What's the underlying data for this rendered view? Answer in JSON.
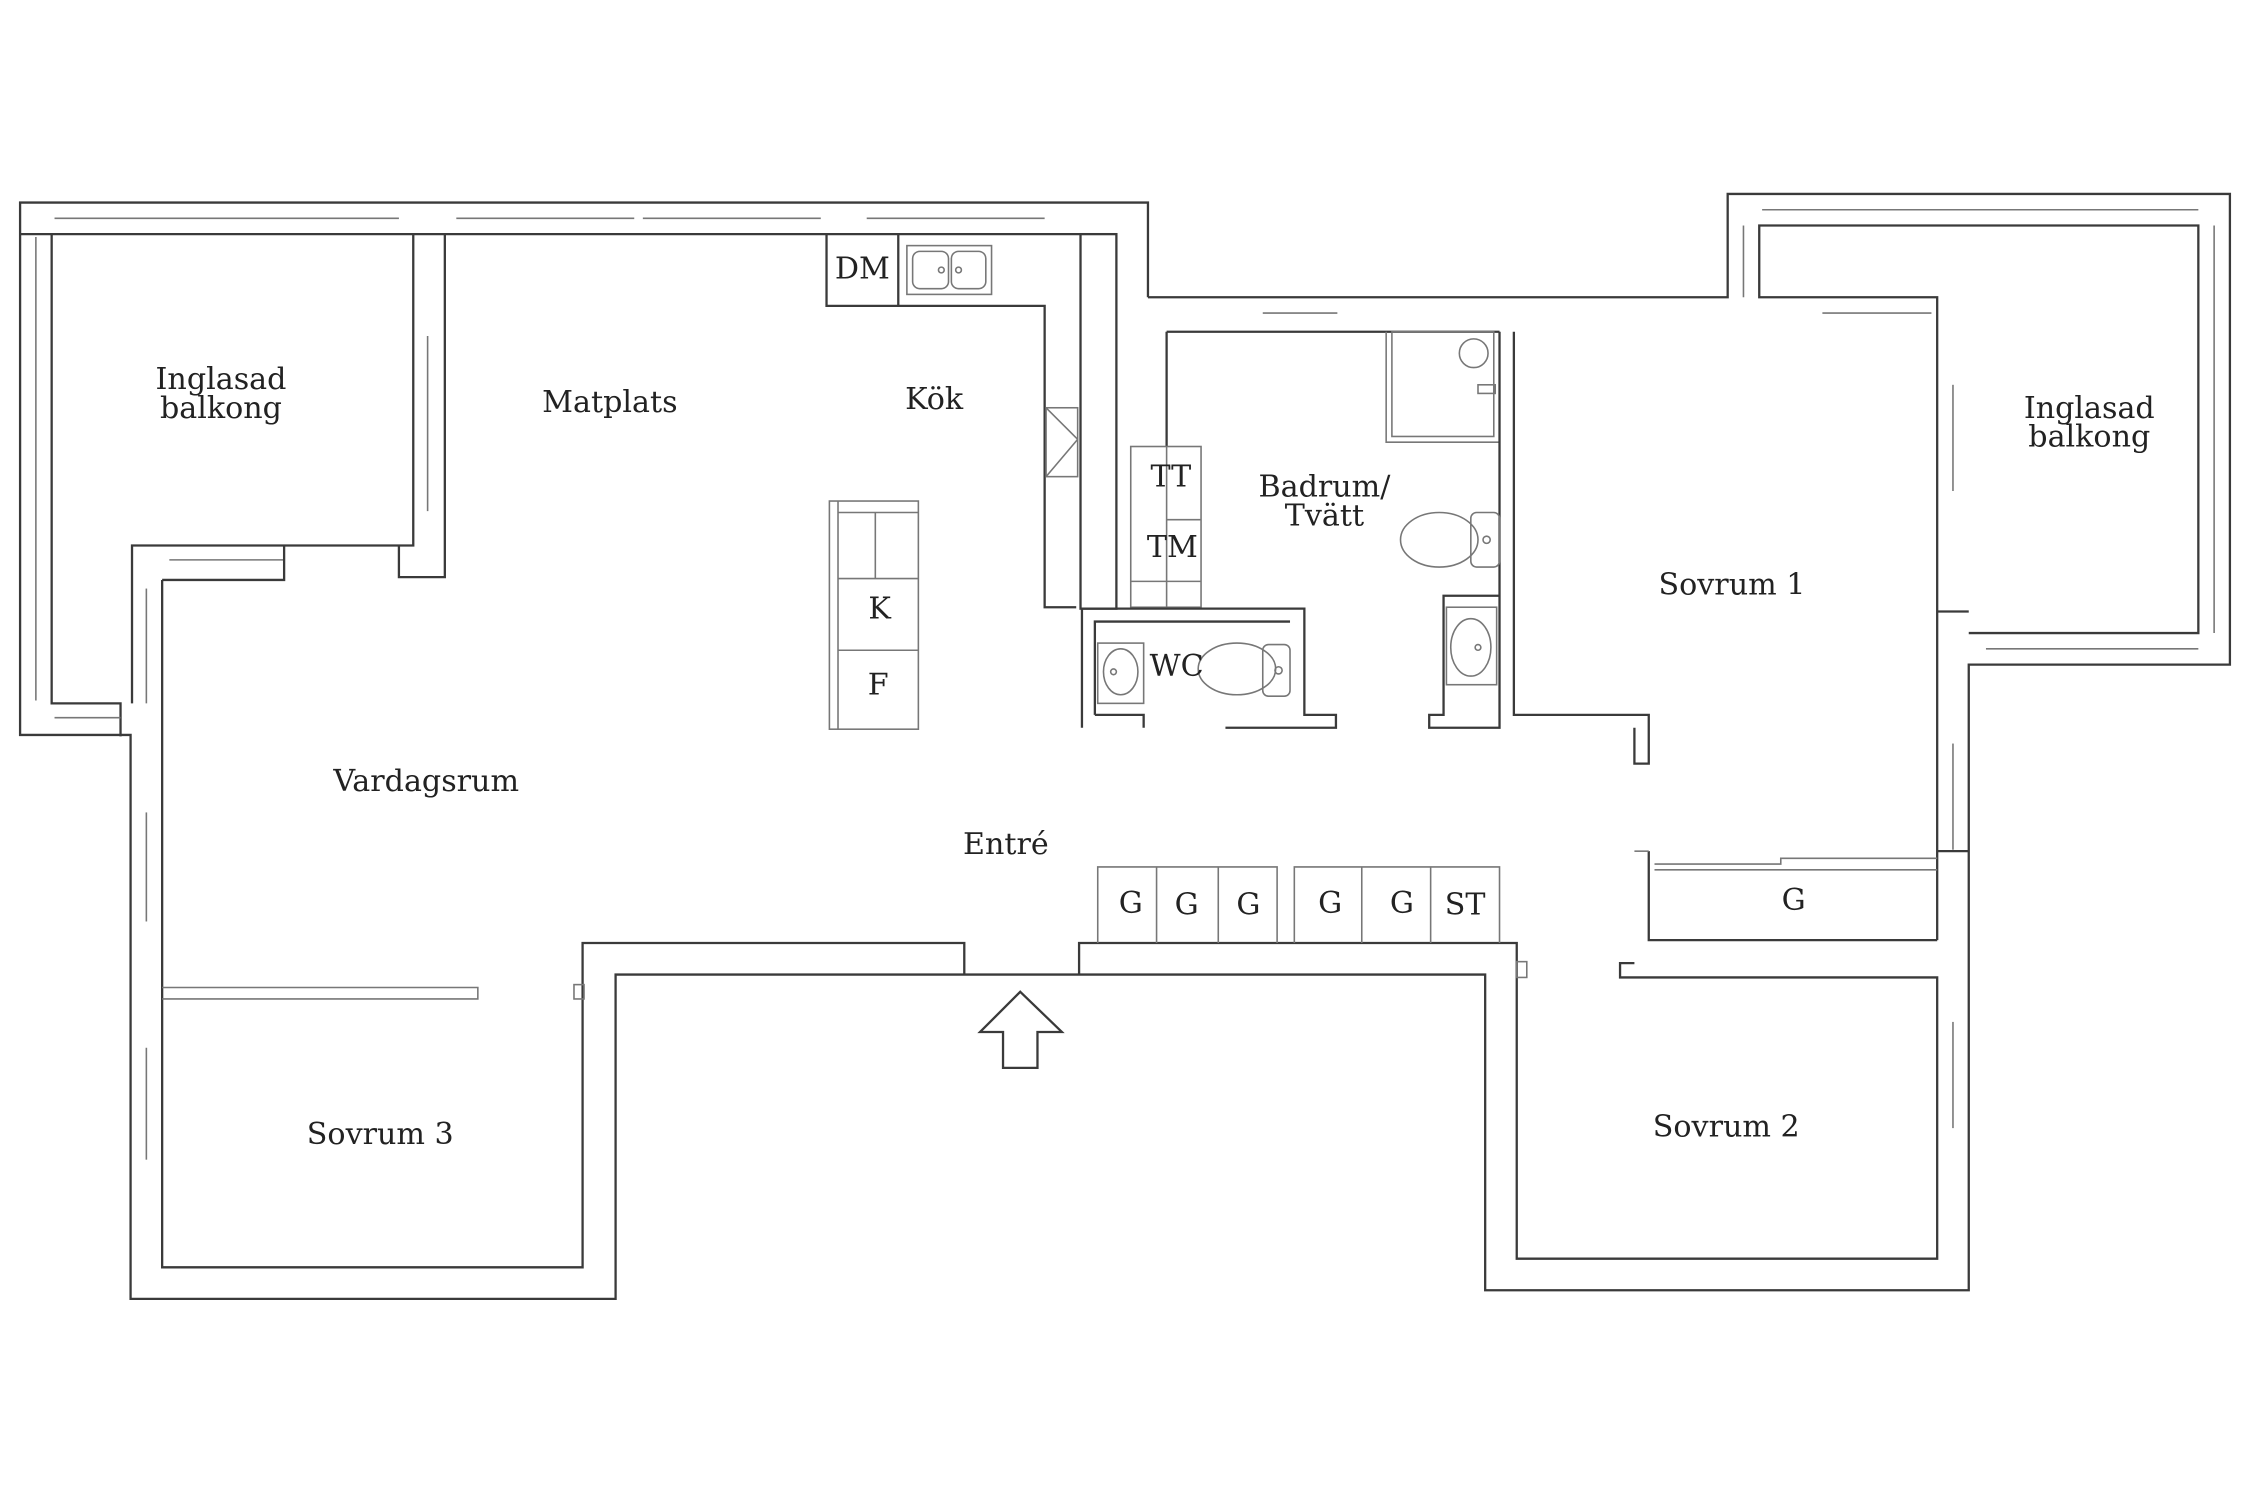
{
  "floorplan": {
    "rooms": {
      "balkong_left_1": "Inglasad",
      "balkong_left_2": "balkong",
      "matplats": "Matplats",
      "kok": "Kök",
      "dm": "DM",
      "tt": "TT",
      "tm": "TM",
      "badrum_1": "Badrum/",
      "badrum_2": "Tvätt",
      "balkong_right_1": "Inglasad",
      "balkong_right_2": "balkong",
      "sovrum1": "Sovrum 1",
      "k": "K",
      "f": "F",
      "wc": "WC",
      "vardagsrum": "Vardagsrum",
      "entre": "Entré",
      "g1": "G",
      "g2": "G",
      "g3": "G",
      "g4": "G",
      "g5": "G",
      "st": "ST",
      "g6": "G",
      "sovrum3": "Sovrum 3",
      "sovrum2": "Sovrum 2"
    }
  }
}
